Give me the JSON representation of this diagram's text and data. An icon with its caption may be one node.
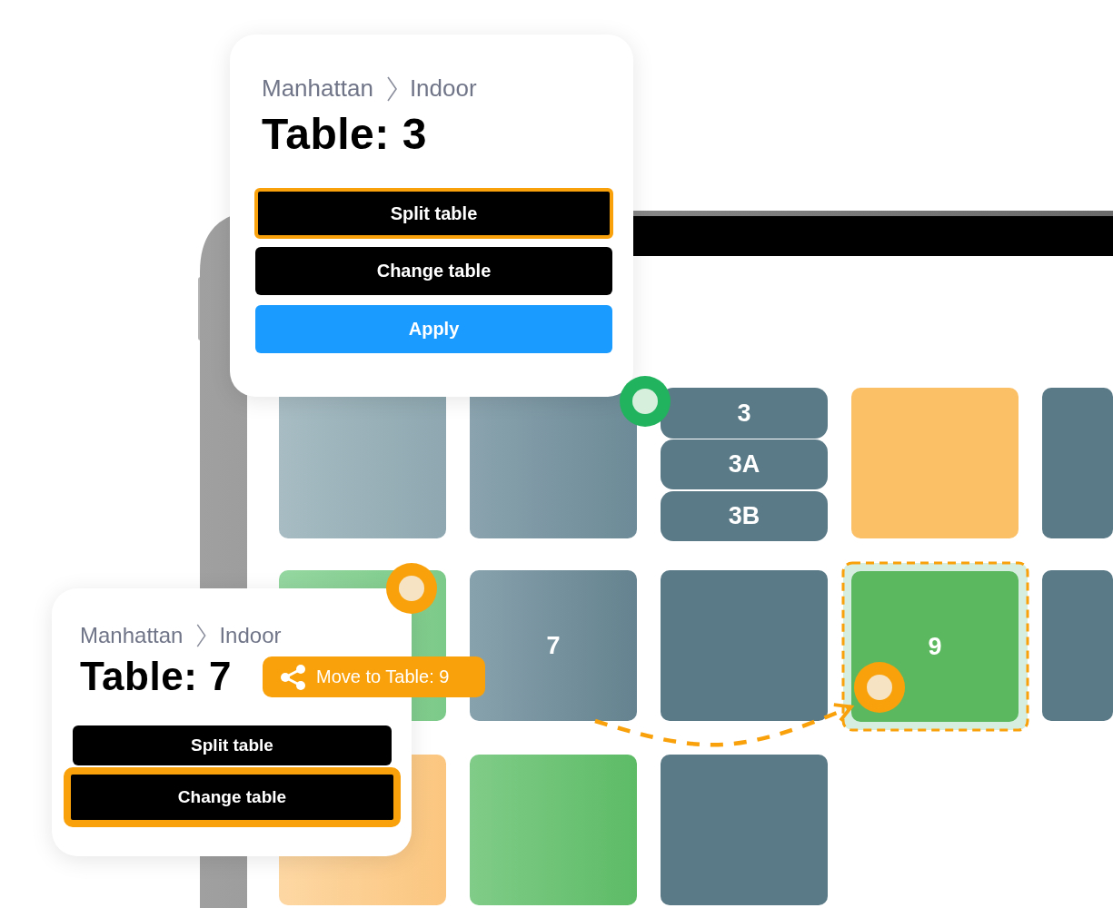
{
  "diagram": {
    "nodes": [
      {
        "text": [
          "Manhattan",
          "Indoor",
          "Table: 3"
        ]
      },
      {
        "text": [
          "Split table"
        ],
        "in": 0
      },
      {
        "text": [
          "Change table"
        ],
        "in": 0
      },
      {
        "text": [
          "Apply"
        ],
        "in": 0
      },
      {
        "text": [
          "Manhattan",
          "Indoor",
          "Table: 7"
        ]
      },
      {
        "text": [
          "Split table"
        ],
        "in": 4
      },
      {
        "text": [
          "Change table"
        ],
        "in": 4
      },
      {
        "text": [
          "Move to Table: 9"
        ]
      },
      {
        "text": [],
        "shape": "box"
      },
      {
        "text": [],
        "shape": "box"
      },
      {
        "text": [
          "3"
        ]
      },
      {
        "text": [
          "3A"
        ]
      },
      {
        "text": [
          "3B"
        ]
      },
      {
        "text": [],
        "shape": "box"
      },
      {
        "text": [],
        "shape": "box"
      },
      {
        "text": [],
        "shape": "box"
      },
      {
        "text": [
          "7"
        ]
      },
      {
        "text": [],
        "shape": "box"
      },
      {
        "text": [
          "9"
        ]
      },
      {
        "text": [],
        "shape": "box"
      },
      {
        "text": [],
        "shape": "box"
      },
      {
        "text": [],
        "shape": "box"
      },
      {
        "text": [],
        "shape": "box"
      }
    ],
    "edges": [
      {
        "from": 16,
        "to": 18,
        "arrow": "to",
        "style": "dashed"
      }
    ]
  }
}
